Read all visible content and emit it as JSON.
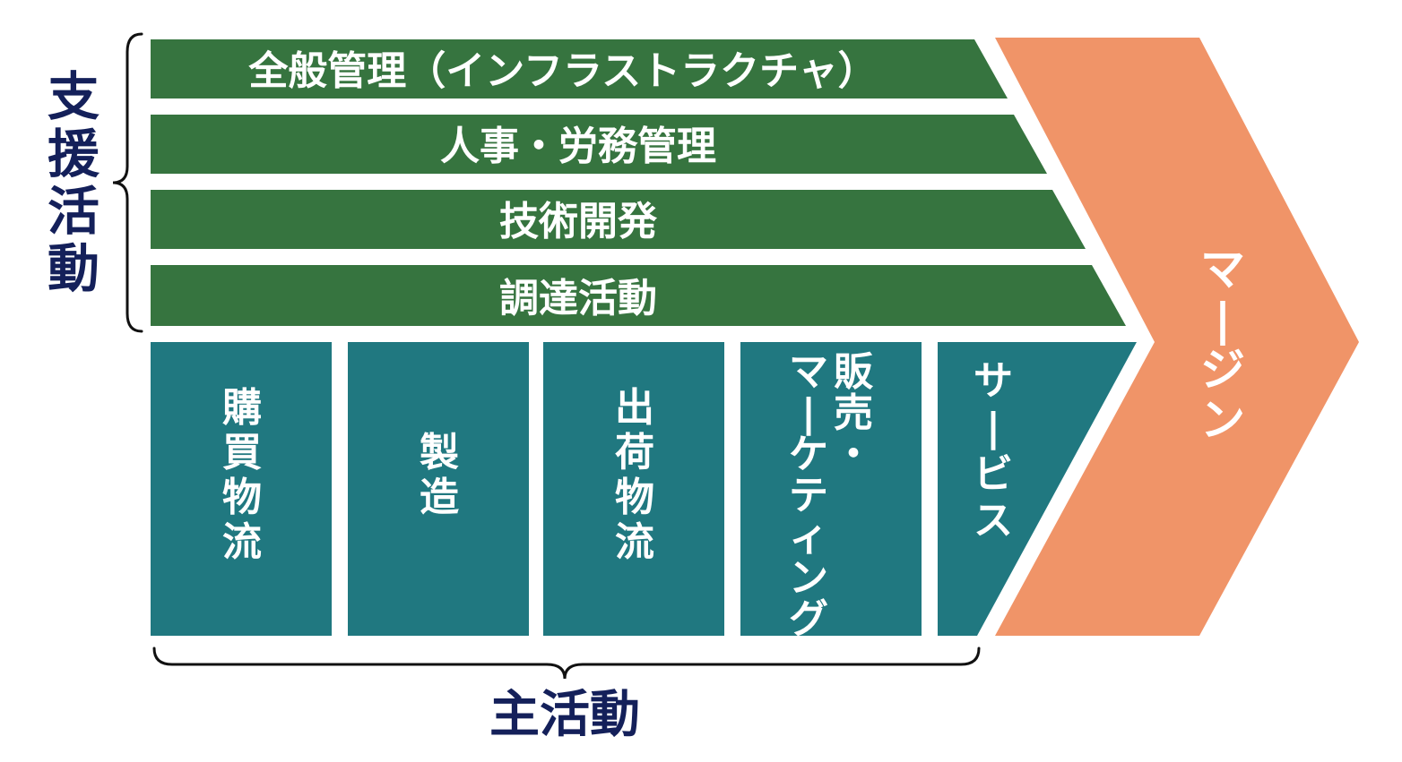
{
  "colors": {
    "support_green": "#36743f",
    "primary_teal": "#207880",
    "margin_orange": "#f09468",
    "label_navy": "#14205a",
    "text_white": "#ffffff"
  },
  "support_label": "支援活動",
  "primary_label": "主活動",
  "support_activities": [
    {
      "label": "全般管理（インフラストラクチャ）"
    },
    {
      "label": "人事・労務管理"
    },
    {
      "label": "技術開発"
    },
    {
      "label": "調達活動"
    }
  ],
  "primary_activities": [
    {
      "lines": [
        "購買物流"
      ]
    },
    {
      "lines": [
        "製造"
      ]
    },
    {
      "lines": [
        "出荷物流"
      ]
    },
    {
      "lines": [
        "販売・",
        "マーケティング"
      ]
    },
    {
      "lines": [
        "サービス"
      ]
    }
  ],
  "margin_label": "マージン"
}
